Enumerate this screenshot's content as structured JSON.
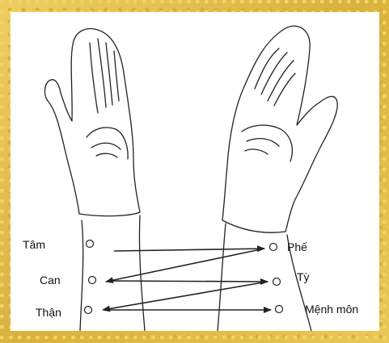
{
  "left_wrist": {
    "positions": [
      {
        "label": "Tâm"
      },
      {
        "label": "Can"
      },
      {
        "label": "Thận"
      }
    ]
  },
  "right_wrist": {
    "positions": [
      {
        "label": "Phế"
      },
      {
        "label": "Tỳ"
      },
      {
        "label": "Mệnh môn"
      }
    ]
  },
  "colors": {
    "frame": "#e6c24a",
    "panel": "#ffffff",
    "line": "#222222"
  }
}
